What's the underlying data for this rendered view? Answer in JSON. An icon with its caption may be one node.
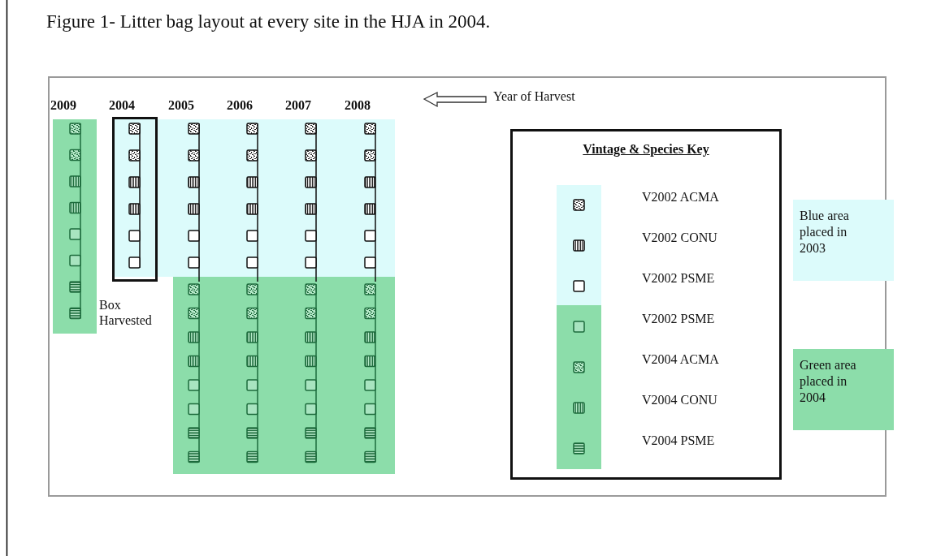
{
  "diagram": {
    "title": "Figure 1- Litter bag layout at every site in the HJA in 2004.",
    "nodes": [
      {
        "text": [],
        "shape": "box",
        "beside": [
          "Box Harvested"
        ]
      },
      {
        "text": [
          "Vintage & Species Key"
        ]
      },
      {
        "text": [
          "Blue area placed in 2003"
        ]
      },
      {
        "text": [
          "Green area placed in 2004"
        ]
      }
    ],
    "edges": [],
    "labels": [
      "2009",
      "2004",
      "2005",
      "2006",
      "2007",
      "2008",
      "Year of Harvest"
    ],
    "legend": [
      {
        "text": "V2002 ACMA"
      },
      {
        "text": "V2002 CONU"
      },
      {
        "text": "V2002 PSME"
      },
      {
        "text": "V2002 PSME"
      },
      {
        "text": "V2004 ACMA"
      },
      {
        "text": "V2004 CONU"
      },
      {
        "text": "V2004 PSME"
      }
    ]
  }
}
